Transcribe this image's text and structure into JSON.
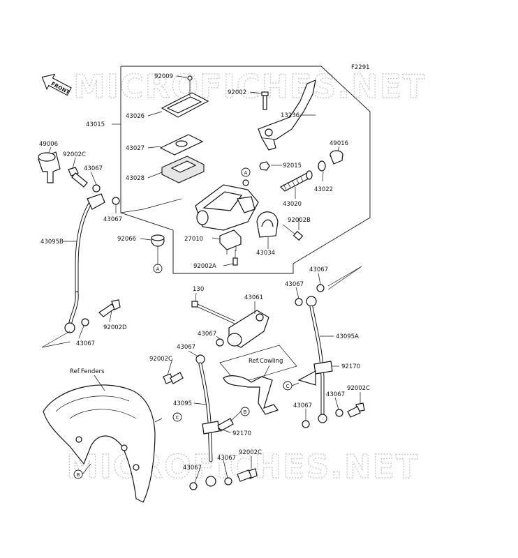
{
  "figure_code": "F2291",
  "watermark": "MICROFICHES.NET",
  "front_label": "FRONT",
  "references": {
    "fenders": "Ref.Fenders",
    "cowling": "Ref.Cowling"
  },
  "markers": [
    "A",
    "B",
    "C"
  ],
  "parts": {
    "p92009": "92009",
    "p92002": "92002",
    "p13236": "13236",
    "p43026": "43026",
    "p43015": "43015",
    "p43027": "43027",
    "p43028": "43028",
    "p49016": "49016",
    "p92015": "92015",
    "p43022": "43022",
    "p43020": "43020",
    "p92002B": "92002B",
    "p27010": "27010",
    "p43034": "43034",
    "p92002A": "92002A",
    "p49006": "49006",
    "p92002C_a": "92002C",
    "p43067_a": "43067",
    "p43067_b": "43067",
    "p43095B": "43095B",
    "p92066": "92066",
    "p92002D": "92002D",
    "p43067_c": "43067",
    "p130": "130",
    "p43061": "43061",
    "p43067_d": "43067",
    "p43067_e": "43067",
    "p43067_f": "43067",
    "p43067_g": "43067",
    "p43095A": "43095A",
    "p92170_a": "92170",
    "p92002C_b": "92002C",
    "p43067_h": "43067",
    "p43067_i": "43067",
    "p92002C_c": "92002C",
    "p43095": "43095",
    "p92170_b": "92170",
    "p43067_j": "43067",
    "p43067_k": "43067",
    "p92002C_d": "92002C"
  }
}
